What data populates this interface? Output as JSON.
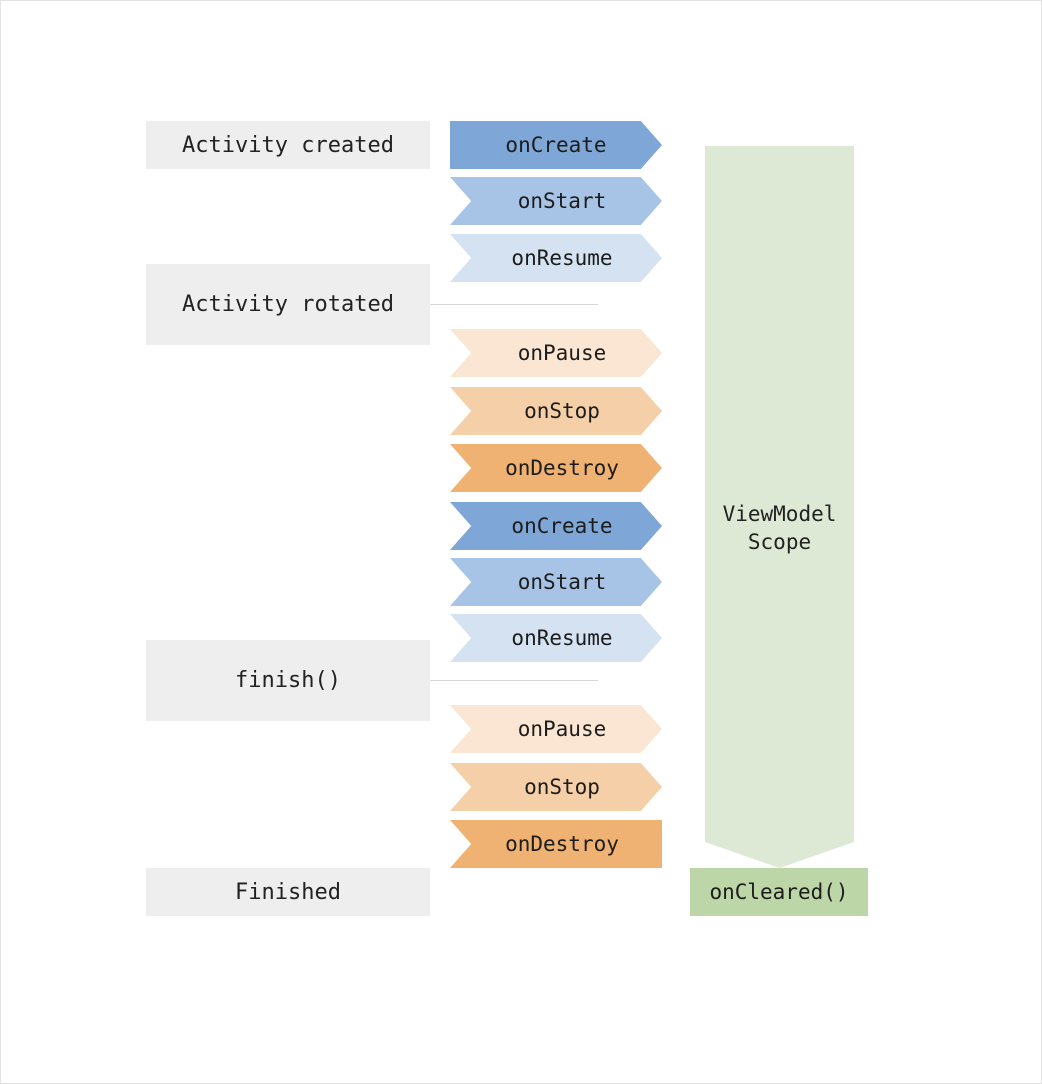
{
  "states": [
    {
      "label": "Activity created"
    },
    {
      "label": "Activity rotated"
    },
    {
      "label": "finish()"
    },
    {
      "label": "Finished"
    }
  ],
  "steps": [
    {
      "label": "onCreate",
      "color": "#7ea7d8"
    },
    {
      "label": "onStart",
      "color": "#a7c4e6"
    },
    {
      "label": "onResume",
      "color": "#d4e2f1"
    },
    {
      "label": "onPause",
      "color": "#fae6d3"
    },
    {
      "label": "onStop",
      "color": "#f5cfa7"
    },
    {
      "label": "onDestroy",
      "color": "#efb272"
    },
    {
      "label": "onCreate",
      "color": "#7ea7d8"
    },
    {
      "label": "onStart",
      "color": "#a7c4e6"
    },
    {
      "label": "onResume",
      "color": "#d4e2f1"
    },
    {
      "label": "onPause",
      "color": "#fae6d3"
    },
    {
      "label": "onStop",
      "color": "#f5cfa7"
    },
    {
      "label": "onDestroy",
      "color": "#efb272"
    }
  ],
  "scope": {
    "line1": "ViewModel",
    "line2": "Scope",
    "color": "#dde9d5"
  },
  "cleared": {
    "label": "onCleared()",
    "color": "#bcd6a8"
  }
}
